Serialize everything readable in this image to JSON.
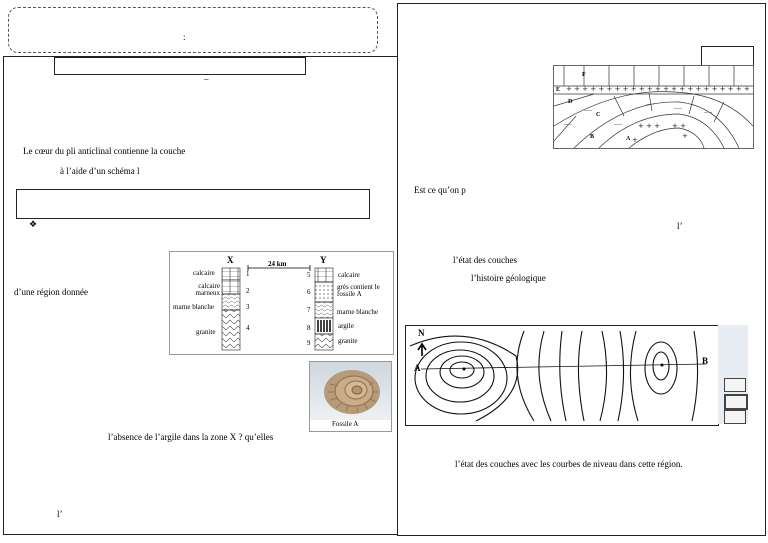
{
  "header": {
    "colon": ":"
  },
  "left": {
    "dash": "–",
    "q1": "Le cœur du pli anticlinal contienne la couche",
    "q1b": "à l’aide d’un schéma l",
    "bullet": "❖",
    "region": "d’une région donnée",
    "q_argile": "l’absence de l’argile dans la zone X ? qu’elles",
    "foot": "l’"
  },
  "right": {
    "q_est": "Est ce qu’on p",
    "apos": "l’",
    "etat": "l’état des couches",
    "histoire": "l’histoire géologique",
    "etat_courbes": "l’état des couches avec les courbes de niveau dans cette région."
  },
  "fold_figure": {
    "labels": [
      "F",
      "E",
      "D",
      "C",
      "B",
      "A"
    ]
  },
  "columns_figure": {
    "x_label": "X",
    "y_label": "Y",
    "distance": "24 km",
    "left_layers": [
      {
        "name": "calcaire",
        "num": "1"
      },
      {
        "name": "calcaire marneux",
        "num": "2"
      },
      {
        "name": "marne blanche",
        "num": "3"
      },
      {
        "name": "granite",
        "num": "4"
      }
    ],
    "right_layers": [
      {
        "num": "5",
        "name": "calcaire"
      },
      {
        "num": "6",
        "name": "grès contient le fossile A"
      },
      {
        "num": "7",
        "name": "marne blanche"
      },
      {
        "num": "8",
        "name": "argile"
      },
      {
        "num": "9",
        "name": "granite"
      }
    ]
  },
  "fossil": {
    "caption": "Fossile A"
  },
  "map": {
    "north": "N",
    "a": "A",
    "b": "B"
  }
}
